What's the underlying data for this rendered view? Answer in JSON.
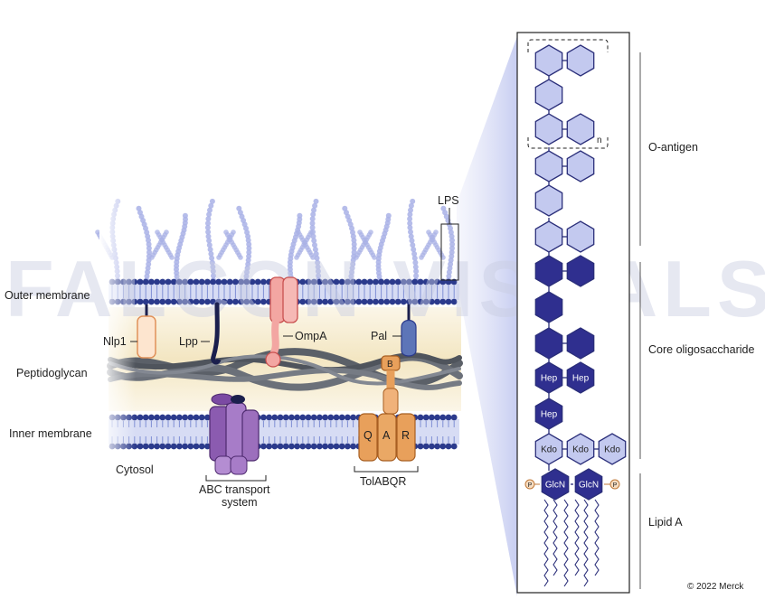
{
  "labels": {
    "outer_membrane": "Outer membrane",
    "peptidoglycan": "Peptidoglycan",
    "inner_membrane": "Inner membrane",
    "cytosol": "Cytosol",
    "nlp1": "Nlp1",
    "lpp": "Lpp",
    "ompa": "OmpA",
    "pal": "Pal",
    "lps": "LPS",
    "abc_line1": "ABC transport",
    "abc_line2": "system",
    "tolabqr": "TolABQR",
    "tol_b": "B",
    "tol_q": "Q",
    "tol_a": "A",
    "tol_r": "R",
    "o_antigen": "O-antigen",
    "core": "Core oligosaccharide",
    "lipid_a": "Lipid A",
    "repeat_n": "n",
    "hep": "Hep",
    "kdo": "Kdo",
    "glcn": "GlcN",
    "phosphate": "P",
    "copyright": "© 2022 Merck",
    "watermark": "FALCON VISUALS"
  },
  "colors": {
    "membrane_dark": "#2b3a8c",
    "membrane_light": "#7f8fd4",
    "lps_light": "#a9b2e6",
    "hexagon_light": "#c3c9ef",
    "hexagon_dark": "#2f2f8f",
    "peptidoglycan": "#5b6068",
    "periplasm": "#f6efd9",
    "ompa": "#f3a6a2",
    "tol": "#e8a05b",
    "abc": "#9c6fbd",
    "pal": "#5d75b8"
  }
}
